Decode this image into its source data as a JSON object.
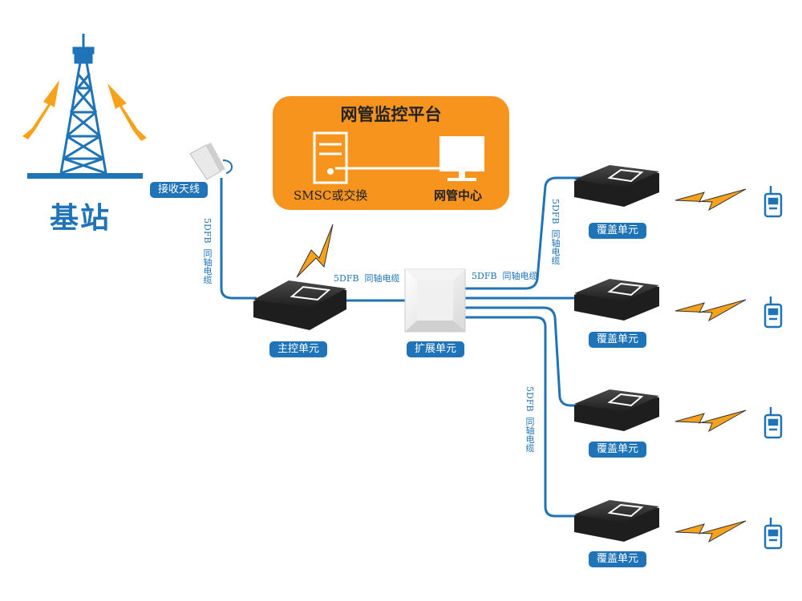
{
  "colors": {
    "primary_blue": "#1f73b7",
    "platform_orange": "#f7941d",
    "signal_orange": "#f7a21b",
    "device_dark": "#2b2b2b"
  },
  "base_station": {
    "label": "基站"
  },
  "antenna": {
    "label": "接收天线"
  },
  "platform": {
    "title": "网管监控平台",
    "left_label": "SMSC或交换",
    "right_label": "网管中心"
  },
  "main_unit": {
    "label": "主控单元"
  },
  "expansion_unit": {
    "label": "扩展单元"
  },
  "coverage_units": [
    {
      "label": "覆盖单元"
    },
    {
      "label": "覆盖单元"
    },
    {
      "label": "覆盖单元"
    },
    {
      "label": "覆盖单元"
    }
  ],
  "cables": {
    "antenna_to_main": {
      "spec": "5DFB",
      "text": "同轴电缆"
    },
    "main_to_expansion": {
      "spec": "5DFB",
      "text": "同轴电缆"
    },
    "expansion_to_top": {
      "spec": "5DFB",
      "text": "同轴电缆"
    },
    "expansion_to_top_vertical": {
      "spec": "5DFB",
      "text": "同轴电缆"
    },
    "expansion_to_bottom": {
      "spec": "5DFB",
      "text": "同轴电缆"
    }
  }
}
